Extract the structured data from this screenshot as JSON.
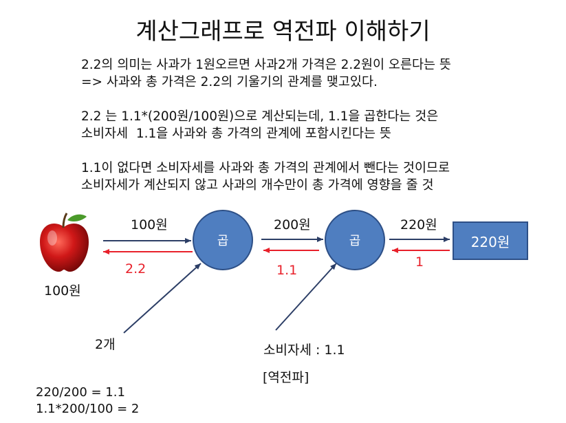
{
  "title": "계산그래프로 역전파 이해하기",
  "paragraphs": [
    "2.2의 의미는 사과가 1원오르면 사과2개 가격은 2.2원이 오른다는 뜻\n=> 사과와 총 가격은 2.2의 기울기의 관계를 맺고있다.",
    "2.2 는 1.1*(200원/100원)으로 계산되는데, 1.1을 곱한다는 것은\n소비자세  1.1을 사과와 총 가격의 관계에 포함시킨다는 뜻",
    "1.1이 없다면 소비자세를 사과와 총 가격의 관계에서 뺀다는 것이므로\n소비자세가 계산되지 않고 사과의 개수만이 총 가격에 영향을 줄 것"
  ],
  "diagram": {
    "apple_label": "100원",
    "node1_label": "곱",
    "node2_label": "곱",
    "output_label": "220원",
    "forward_labels": [
      "100원",
      "200원",
      "220원"
    ],
    "backward_labels": [
      "2.2",
      "1.1",
      "1"
    ],
    "input_count_label": "2개",
    "input_tax_label": "소비자세 : 1.1",
    "caption": "[역전파]"
  },
  "formulas": [
    "220/200 = 1.1",
    "1.1*200/100 = 2"
  ],
  "colors": {
    "node_fill": "#4f7ec0",
    "node_border": "#2d4f86",
    "backward": "#e8202a",
    "forward": "#2c3e66"
  }
}
